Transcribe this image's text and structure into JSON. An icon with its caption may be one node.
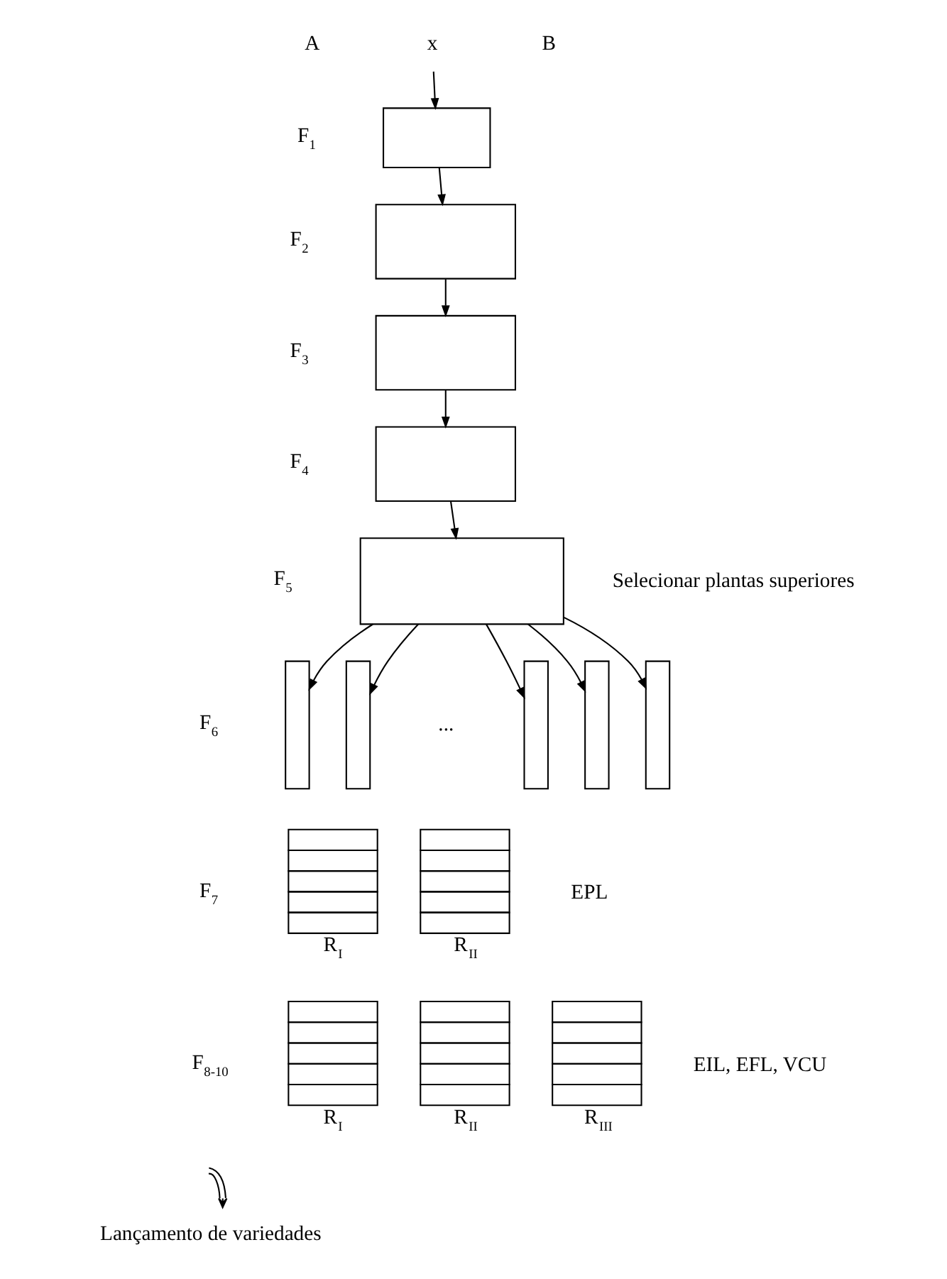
{
  "diagram": {
    "nodes": [
      {
        "text": [
          "x"
        ]
      },
      {
        "text": [],
        "shape": "box"
      },
      {
        "text": [],
        "shape": "box"
      },
      {
        "text": [],
        "shape": "box"
      },
      {
        "text": [],
        "shape": "box"
      },
      {
        "text": [],
        "shape": "box",
        "beside": [
          "Selecionar plantas superiores"
        ]
      },
      {
        "text": [],
        "shape": "bar"
      },
      {
        "text": [],
        "shape": "bar"
      },
      {
        "text": [],
        "shape": "bar"
      },
      {
        "text": [],
        "shape": "bar"
      },
      {
        "text": [],
        "shape": "bar"
      },
      {
        "text": [],
        "shape": "box",
        "beside": [
          "R$_{I}$"
        ]
      },
      {
        "text": [],
        "shape": "box",
        "beside": [
          "R$_{II}$"
        ]
      },
      {
        "text": [],
        "shape": "box",
        "beside": [
          "R$_{I}$"
        ]
      },
      {
        "text": [],
        "shape": "box",
        "beside": [
          "R$_{II}$"
        ]
      },
      {
        "text": [],
        "shape": "box",
        "beside": [
          "R$_{III}$"
        ]
      },
      {
        "text": [
          "Lançamento de variedades"
        ]
      }
    ],
    "edges": [
      {
        "from": 0,
        "to": 1,
        "arrow": "to"
      },
      {
        "from": 1,
        "to": 2,
        "arrow": "to"
      },
      {
        "from": 2,
        "to": 3,
        "arrow": "to"
      },
      {
        "from": 3,
        "to": 4,
        "arrow": "to"
      },
      {
        "from": 4,
        "to": 5,
        "arrow": "to"
      },
      {
        "from": 5,
        "to": 6,
        "arrow": "to"
      },
      {
        "from": 5,
        "to": 7,
        "arrow": "to"
      },
      {
        "from": 5,
        "to": 8,
        "arrow": "to"
      },
      {
        "from": 5,
        "to": 9,
        "arrow": "to"
      },
      {
        "from": 5,
        "to": 10,
        "arrow": "to"
      },
      {
        "from": null,
        "to": 16,
        "arrow": "to"
      }
    ],
    "labels": [
      "A",
      "B",
      "F$_{1}$",
      "F$_{2}$",
      "F$_{3}$",
      "F$_{4}$",
      "F$_{5}$",
      "F$_{6}$",
      "...",
      "F$_{7}$",
      "EPL",
      "F$_{8-10}$",
      "EIL, EFL, VCU"
    ]
  }
}
